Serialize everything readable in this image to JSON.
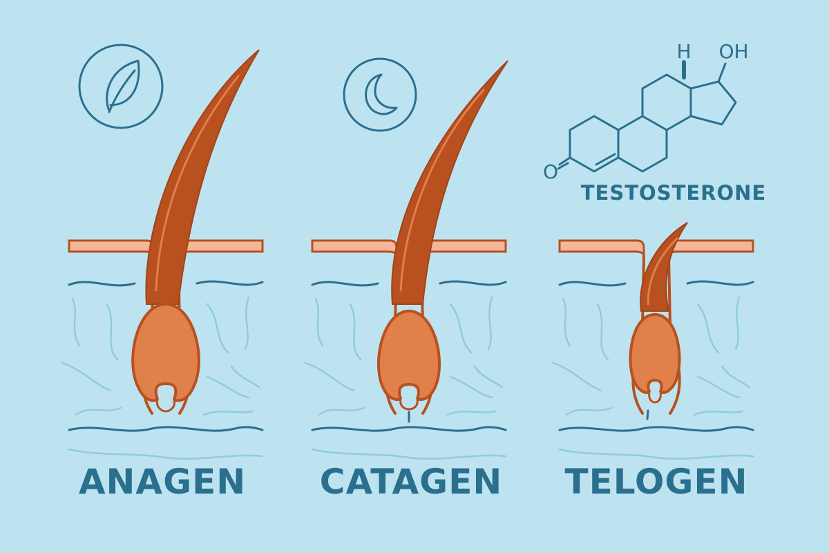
{
  "stages": [
    {
      "id": "anagen",
      "label": "ANAGEN",
      "icon": "leaf-icon"
    },
    {
      "id": "catagen",
      "label": "CATAGEN",
      "icon": "moon-icon"
    },
    {
      "id": "telogen",
      "label": "TELOGEN",
      "icon": ""
    }
  ],
  "molecule": {
    "name": "TESTOSTERONE",
    "atom_labels": {
      "h": "H",
      "oh": "OH",
      "o": "O"
    }
  },
  "colors": {
    "background": "#bde3f0",
    "line": "#2a6f8e",
    "dermis_line": "#8fcbe0",
    "hair": "#b8501f",
    "bulb": "#e0804b",
    "skin_band": "#f2b79a"
  }
}
